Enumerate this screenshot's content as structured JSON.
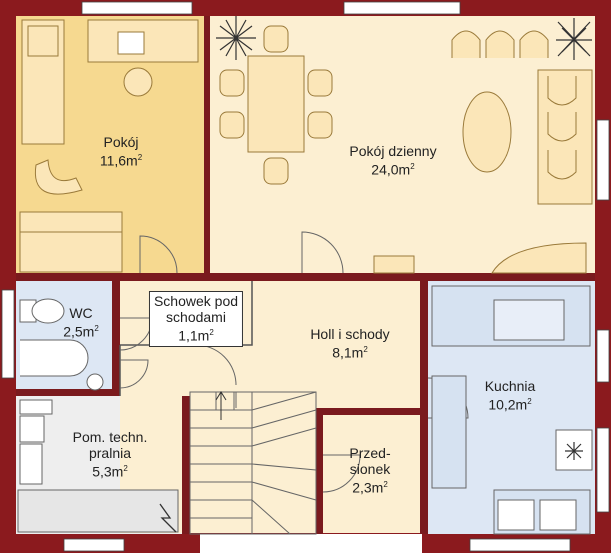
{
  "colors": {
    "wall": "#8b1a1e",
    "wall_inner": "#7a1a1e",
    "room_pokoj": "#f6d990",
    "room_dzienny": "#fcefd2",
    "room_holl": "#fcefd2",
    "room_kuchnia": "#dde7f4",
    "room_wc": "#dde7f4",
    "room_tech": "#eeeeee",
    "furniture": "#fbe6b8",
    "furniture_stroke": "#9a7a3a"
  },
  "rooms": [
    {
      "id": "pokoj",
      "name_lines": [
        "Pokój"
      ],
      "area_base": "11,6m",
      "area_sup": "2",
      "boxed": false
    },
    {
      "id": "dzienny",
      "name_lines": [
        "Pokój dzienny"
      ],
      "area_base": "24,0m",
      "area_sup": "2",
      "boxed": false
    },
    {
      "id": "wc",
      "name_lines": [
        "WC"
      ],
      "area_base": "2,5m",
      "area_sup": "2",
      "boxed": false
    },
    {
      "id": "schowek",
      "name_lines": [
        "Schowek pod",
        "schodami"
      ],
      "area_base": "1,1m",
      "area_sup": "2",
      "boxed": true
    },
    {
      "id": "holl",
      "name_lines": [
        "Holl i schody"
      ],
      "area_base": "8,1m",
      "area_sup": "2",
      "boxed": false
    },
    {
      "id": "kuchnia",
      "name_lines": [
        "Kuchnia"
      ],
      "area_base": "10,2m",
      "area_sup": "2",
      "boxed": false
    },
    {
      "id": "tech",
      "name_lines": [
        "Pom. techn.",
        "pralnia"
      ],
      "area_base": "5,3m",
      "area_sup": "2",
      "boxed": false
    },
    {
      "id": "przedsionek",
      "name_lines": [
        "Przed-",
        "sionek"
      ],
      "area_base": "2,3m",
      "area_sup": "2",
      "boxed": false
    }
  ],
  "icons": {
    "fridge": "snowflake-icon",
    "electric": "lightning-icon",
    "plant": "plant-icon"
  }
}
